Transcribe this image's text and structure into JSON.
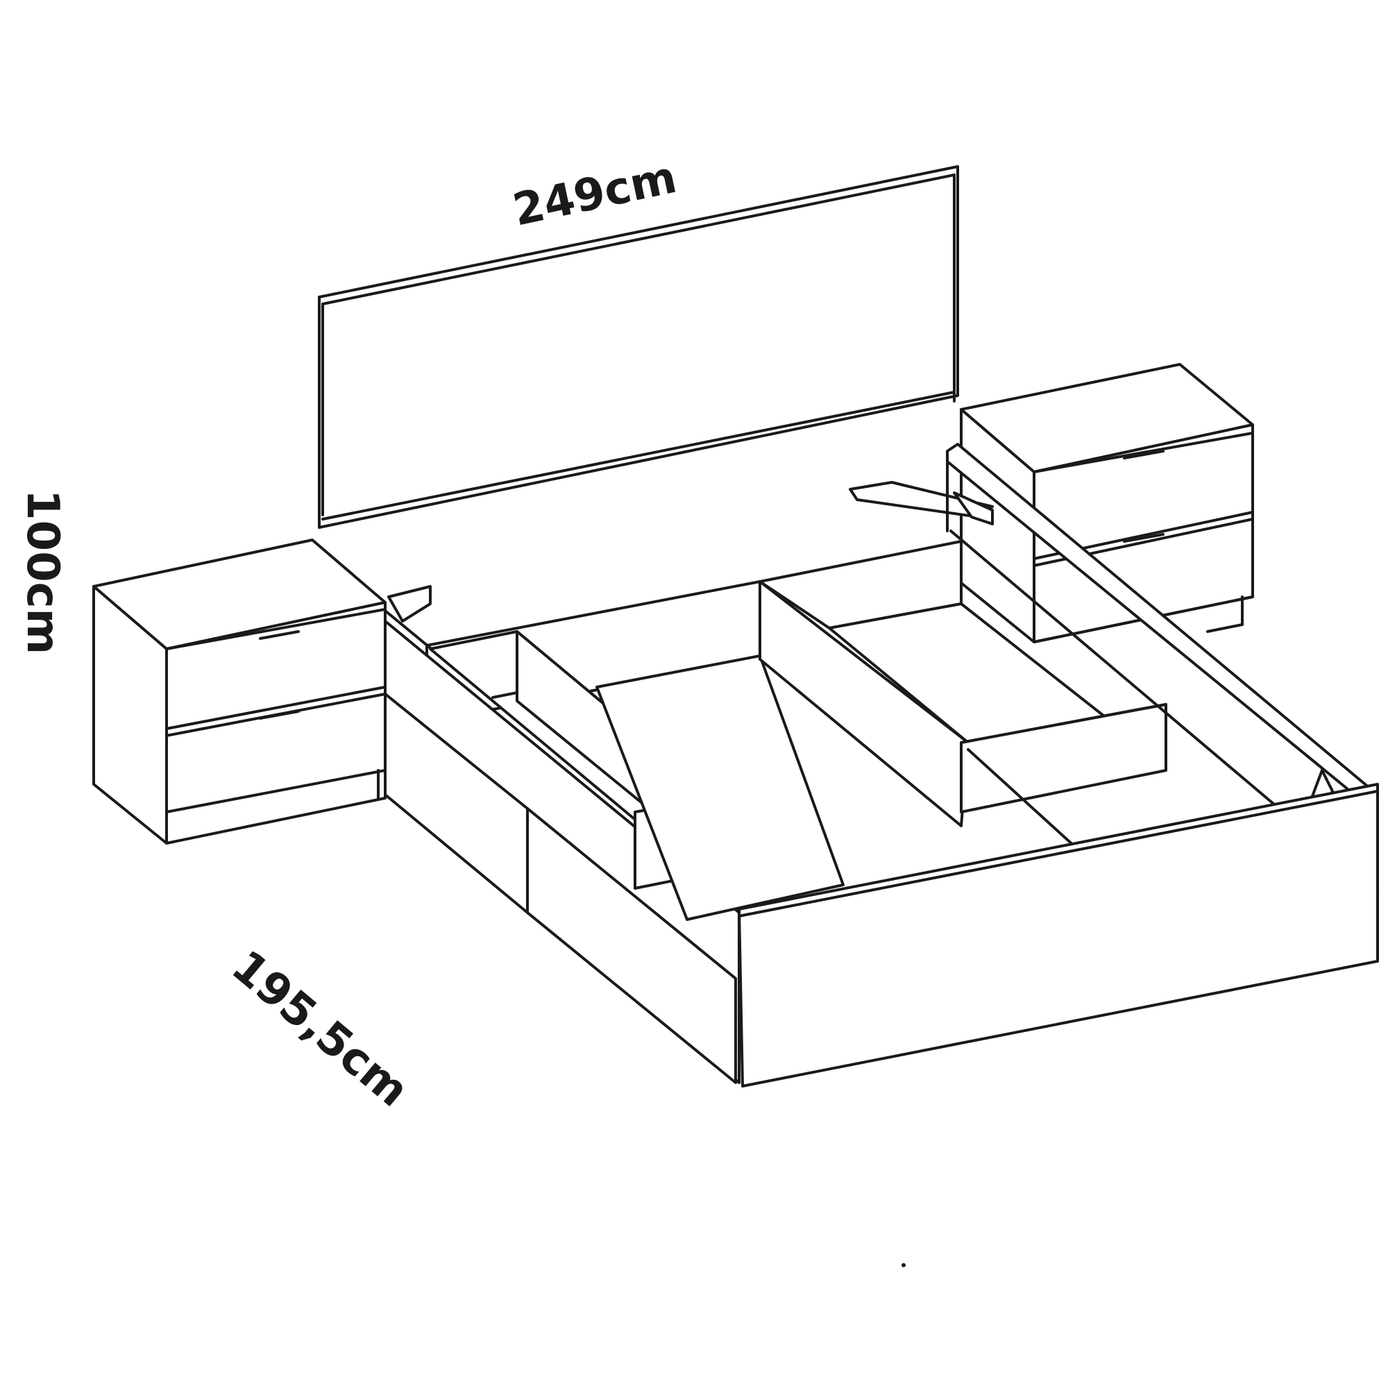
{
  "dimensions": {
    "width": "249cm",
    "height": "100cm",
    "depth": "195,5cm"
  }
}
